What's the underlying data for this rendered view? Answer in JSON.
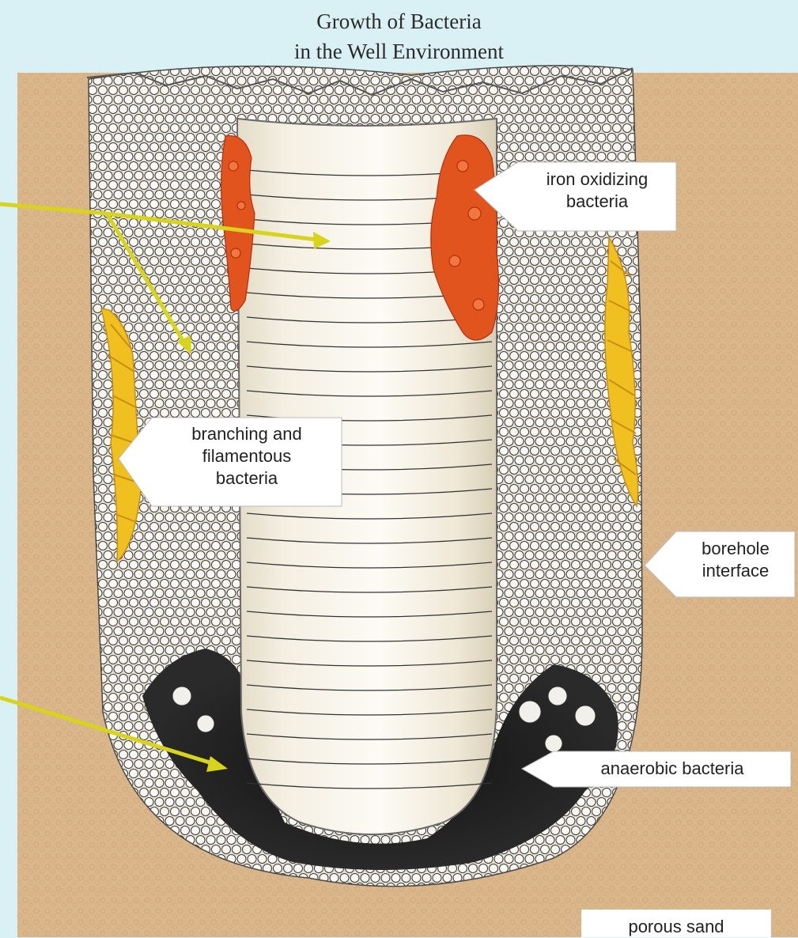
{
  "title": {
    "line1": "Growth of Bacteria",
    "line2": "in the Well Environment"
  },
  "labels": {
    "iron": [
      "iron oxidizing",
      "bacteria"
    ],
    "branching": [
      "branching and",
      "filamentous",
      "bacteria"
    ],
    "borehole": [
      "borehole",
      "interface"
    ],
    "anaerobic": "anaerobic bacteria",
    "sand": "porous sand"
  },
  "colors": {
    "background": "#d9f0f5",
    "sand": "#dcb88e",
    "gravel": "#eae4d8",
    "casing": "#f5f0e3",
    "iron_bacteria": "#e2541e",
    "filamentous_bacteria": "#f0c020",
    "anaerobic_bacteria": "#1e1e1e",
    "arrow": "#d8d41a"
  }
}
